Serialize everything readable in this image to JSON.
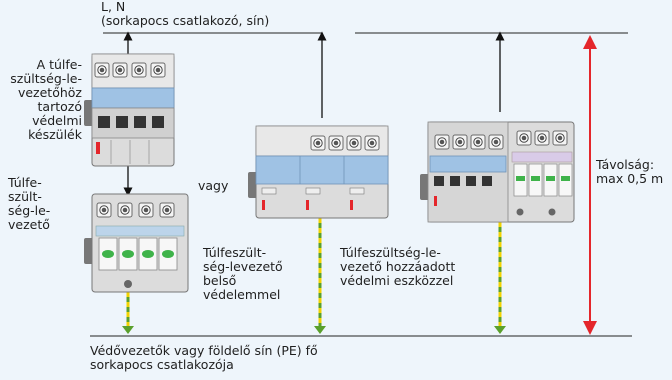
{
  "labels": {
    "top": [
      "L, N",
      "(sorkapocs csatlakozó, sín)"
    ],
    "protective_device": [
      "A túlfe-",
      "szültség-le-",
      "vezetőhöz",
      "tartozó",
      "védelmi",
      "készülék"
    ],
    "arrester": [
      "Túlfe-",
      "szült-",
      "ség-le-",
      "vezető"
    ],
    "vagy": "vagy",
    "internal_protection": [
      "Túlfeszült-",
      "ség-levezető",
      "belső",
      "védelemmel"
    ],
    "added_device": [
      "Túlfeszültség-le-",
      "vezető hozzáadott",
      "védelmi eszközzel"
    ],
    "distance": [
      "Távolság:",
      "max 0,5 m"
    ],
    "bottom": [
      "Védővezetők vagy földelő sín (PE) fő",
      "sorkapocs csatlakozója"
    ]
  },
  "colors": {
    "background": "#eef5fb",
    "red_arrow": "#e4262b",
    "earth_green": "#5aa02c",
    "earth_yellow": "#f2d300",
    "device_blue": "#9fc2e4"
  }
}
